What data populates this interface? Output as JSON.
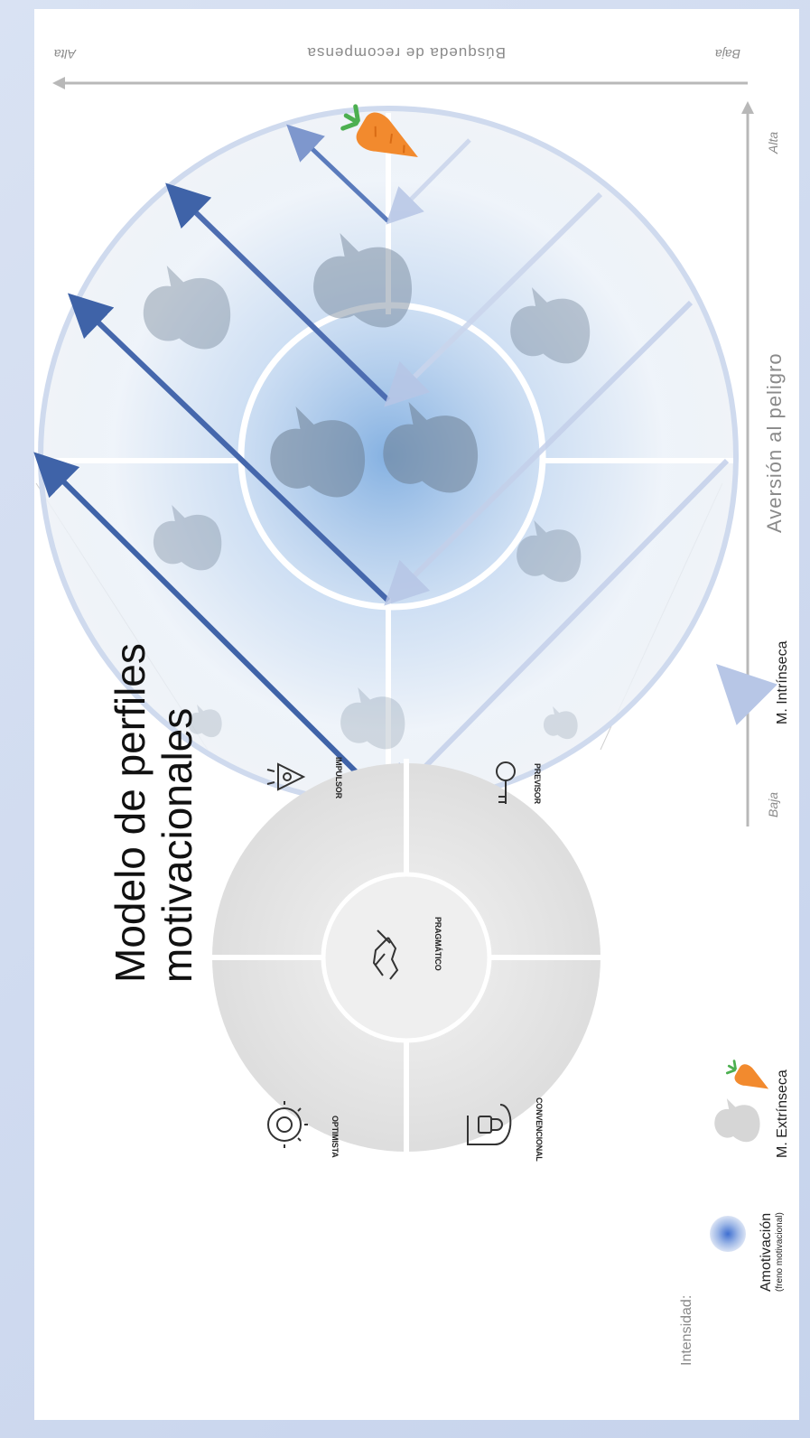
{
  "title_line1": "Modelo de perfiles",
  "title_line2": "motivacionales",
  "small_circle": {
    "center_label": "PRAGMÁTICO",
    "quadrants": [
      "OPTIMISTA",
      "IMPULSOR",
      "CONVENCIONAL",
      "PREVISOR"
    ]
  },
  "legend": {
    "heading": "Intensidad:",
    "amotivation": "Amotivación",
    "amotivation_sub": "(freno motivacional)",
    "extrinsic": "M. Extrínseca",
    "intrinsic": "M. Intrínseca"
  },
  "axes": {
    "danger_title": "Aversión al peligro",
    "danger_low": "Baja",
    "danger_high": "Alta",
    "reward_title": "Búsqueda de recompensa",
    "reward_low": "Baja",
    "reward_high": "Alta"
  },
  "colors": {
    "arrow_dark": "#3f63a8",
    "arrow_light": "#aec0e4",
    "glow": "#6fa3dc",
    "ring": "#cfdaee",
    "axis": "#b8b8b8"
  }
}
